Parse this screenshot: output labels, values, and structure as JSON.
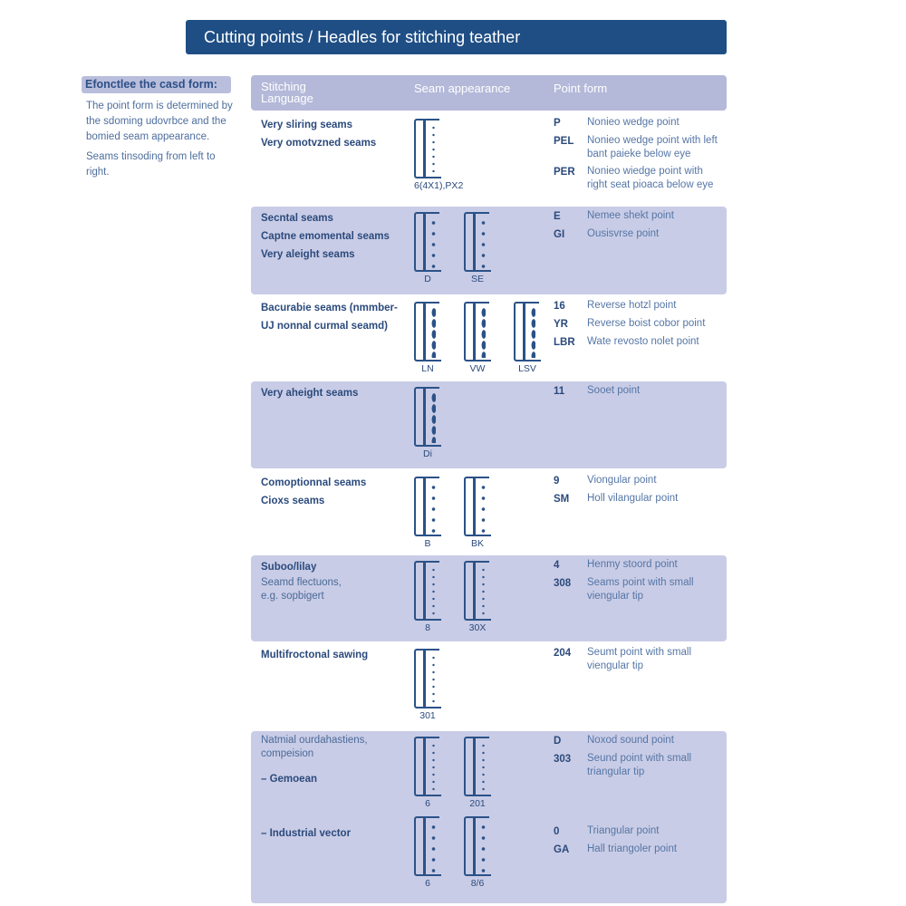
{
  "title": "Cutting points / Headles for stitching teather",
  "sidebar": {
    "heading": "Efonctlee the casd form:",
    "paragraphs": [
      "The point form is determined by the sdoming udovrbce and the bomied seam appearance.",
      "Seams tinsoding from left to right."
    ]
  },
  "table": {
    "headers": {
      "language": "Stitching Language",
      "appearance": "Seam appearance",
      "point": "Point form"
    },
    "rows": [
      {
        "shaded": false,
        "language": [
          "Very sliring seams",
          "Very omotvzned seams"
        ],
        "lang_light": [],
        "figure_groups": [
          [
            {
              "label": "6(4X1),PX2",
              "dots": "fine"
            }
          ]
        ],
        "points": [
          {
            "code": "P",
            "desc": "Nonieo wedge point"
          },
          {
            "code": "PEL",
            "desc": "Nonieo wedge point with left bant paieke below eye"
          },
          {
            "code": "PER",
            "desc": "Nonieo wiedge point with right seat pioaca below eye"
          }
        ]
      },
      {
        "shaded": true,
        "language": [
          "Secntal seams",
          "Captne emomental seams",
          "Very aleight seams"
        ],
        "lang_light": [],
        "figure_groups": [
          [
            {
              "label": "D",
              "dots": "normal"
            },
            {
              "label": "SE",
              "dots": "normal"
            }
          ]
        ],
        "points": [
          {
            "code": "E",
            "desc": "Nemee shekt point"
          },
          {
            "code": "GI",
            "desc": "Ousisvrse point"
          }
        ]
      },
      {
        "shaded": false,
        "language": [
          "Bacurabie seams (nmmber-",
          "UJ nonnal curmal seamd)"
        ],
        "lang_light": [],
        "figure_groups": [
          [
            {
              "label": "LN",
              "dots": "big"
            },
            {
              "label": "VW",
              "dots": "big"
            },
            {
              "label": "LSV",
              "dots": "big"
            }
          ]
        ],
        "points": [
          {
            "code": "16",
            "desc": "Reverse hotzl point"
          },
          {
            "code": "YR",
            "desc": "Reverse boist cobor point"
          },
          {
            "code": "LBR",
            "desc": "Wate revosto nolet point"
          }
        ]
      },
      {
        "shaded": true,
        "language": [
          "Very aheight seams"
        ],
        "lang_light": [],
        "figure_groups": [
          [
            {
              "label": "Di",
              "dots": "big"
            }
          ]
        ],
        "points": [
          {
            "code": "11",
            "desc": "Sooet point"
          }
        ]
      },
      {
        "shaded": false,
        "language": [
          "Comoptionnal seams",
          "Cioxs seams"
        ],
        "lang_light": [],
        "figure_groups": [
          [
            {
              "label": "B",
              "dots": "normal"
            },
            {
              "label": "BK",
              "dots": "normal"
            }
          ]
        ],
        "points": [
          {
            "code": "9",
            "desc": "Viongular point"
          },
          {
            "code": "SM",
            "desc": "Holl vilangular point"
          }
        ]
      },
      {
        "shaded": true,
        "language": [
          "Suboo/lilay"
        ],
        "lang_light": [
          "Seamd flectuons,",
          "e.g. sopbigert"
        ],
        "figure_groups": [
          [
            {
              "label": "8",
              "dots": "fine"
            },
            {
              "label": "30X",
              "dots": "fine"
            }
          ]
        ],
        "points": [
          {
            "code": "4",
            "desc": "Henmy stoord point"
          },
          {
            "code": "308",
            "desc": "Seams point with small viengular tip"
          }
        ]
      },
      {
        "shaded": false,
        "language": [
          "Multifroctonal sawing"
        ],
        "lang_light": [],
        "figure_groups": [
          [
            {
              "label": "301",
              "dots": "fine"
            }
          ]
        ],
        "points": [
          {
            "code": "204",
            "desc": "Seumt point with small viengular tip"
          }
        ]
      },
      {
        "shaded": true,
        "language": [],
        "lang_light": [
          "Natmial ourdahastiens,",
          "compeision"
        ],
        "sub_language": [
          "– Gemoean",
          "– Industrial vector"
        ],
        "figure_groups": [
          [
            {
              "label": "6",
              "dots": "fine"
            },
            {
              "label": "201",
              "dots": "fine"
            }
          ],
          [
            {
              "label": "6",
              "dots": "normal"
            },
            {
              "label": "8/6",
              "dots": "normal"
            }
          ]
        ],
        "points": [
          {
            "code": "D",
            "desc": "Noxod sound point"
          },
          {
            "code": "303",
            "desc": "Seund point with small triangular tip"
          }
        ],
        "points2": [
          {
            "code": "0",
            "desc": "Triangular point"
          },
          {
            "code": "GA",
            "desc": "Hall triangoler point"
          }
        ]
      }
    ]
  }
}
